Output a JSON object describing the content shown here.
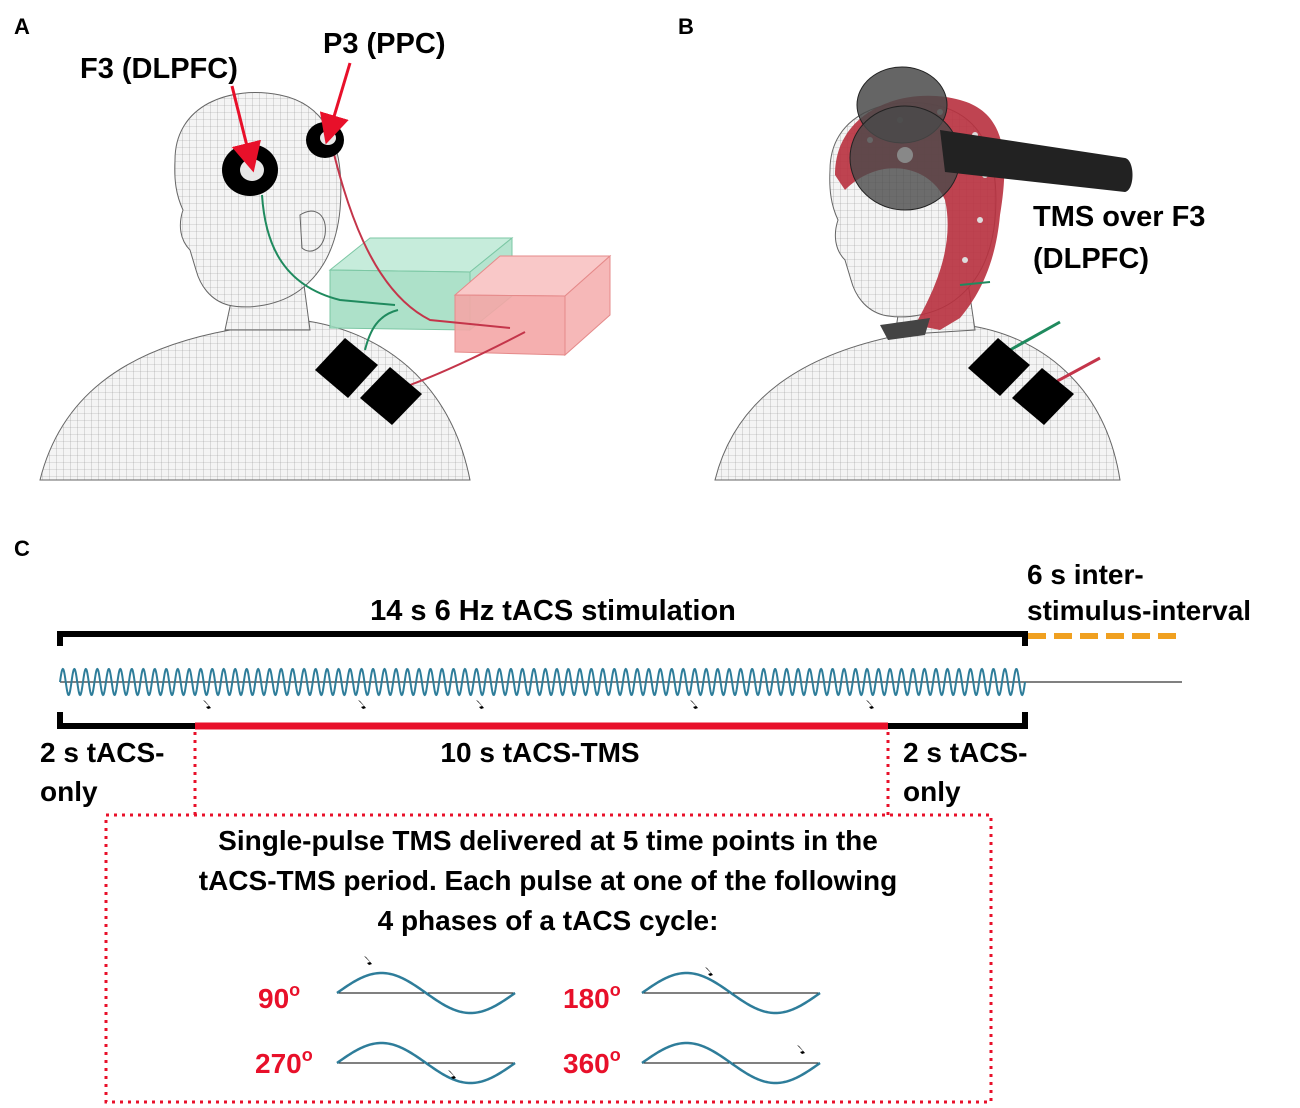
{
  "panels": {
    "a": {
      "letter": "A",
      "electrode_f3": "F3 (DLPFC)",
      "electrode_p3": "P3 (PPC)"
    },
    "b": {
      "letter": "B",
      "tms_line1": "TMS over F3",
      "tms_line2": "(DLPFC)"
    },
    "c": {
      "letter": "C",
      "stimulation_label": "14 s 6 Hz tACS stimulation",
      "isi_line1": "6 s inter-",
      "isi_line2": "stimulus-interval",
      "left_only_line1": "2 s tACS-",
      "left_only_line2": "only",
      "middle_label": "10 s tACS-TMS",
      "right_only_line1": "2 s tACS-",
      "right_only_line2": "only",
      "box_line1": "Single-pulse TMS delivered at 5 time points in the",
      "box_line2": "tACS-TMS period. Each pulse at one of the following",
      "box_line3": "4 phases of a tACS cycle:",
      "phases": [
        "90",
        "180",
        "270",
        "360"
      ],
      "degree_symbol": "o"
    }
  },
  "colors": {
    "sine_wave": "#2e7d9a",
    "tms_bar": "#e8102a",
    "isi_dash": "#f0a020",
    "green_wire": "#1f8a5e",
    "red_wire": "#c4354a",
    "green_box": "#9fdcc0",
    "red_box": "#f4a6a6",
    "cap": "#b8303e"
  }
}
